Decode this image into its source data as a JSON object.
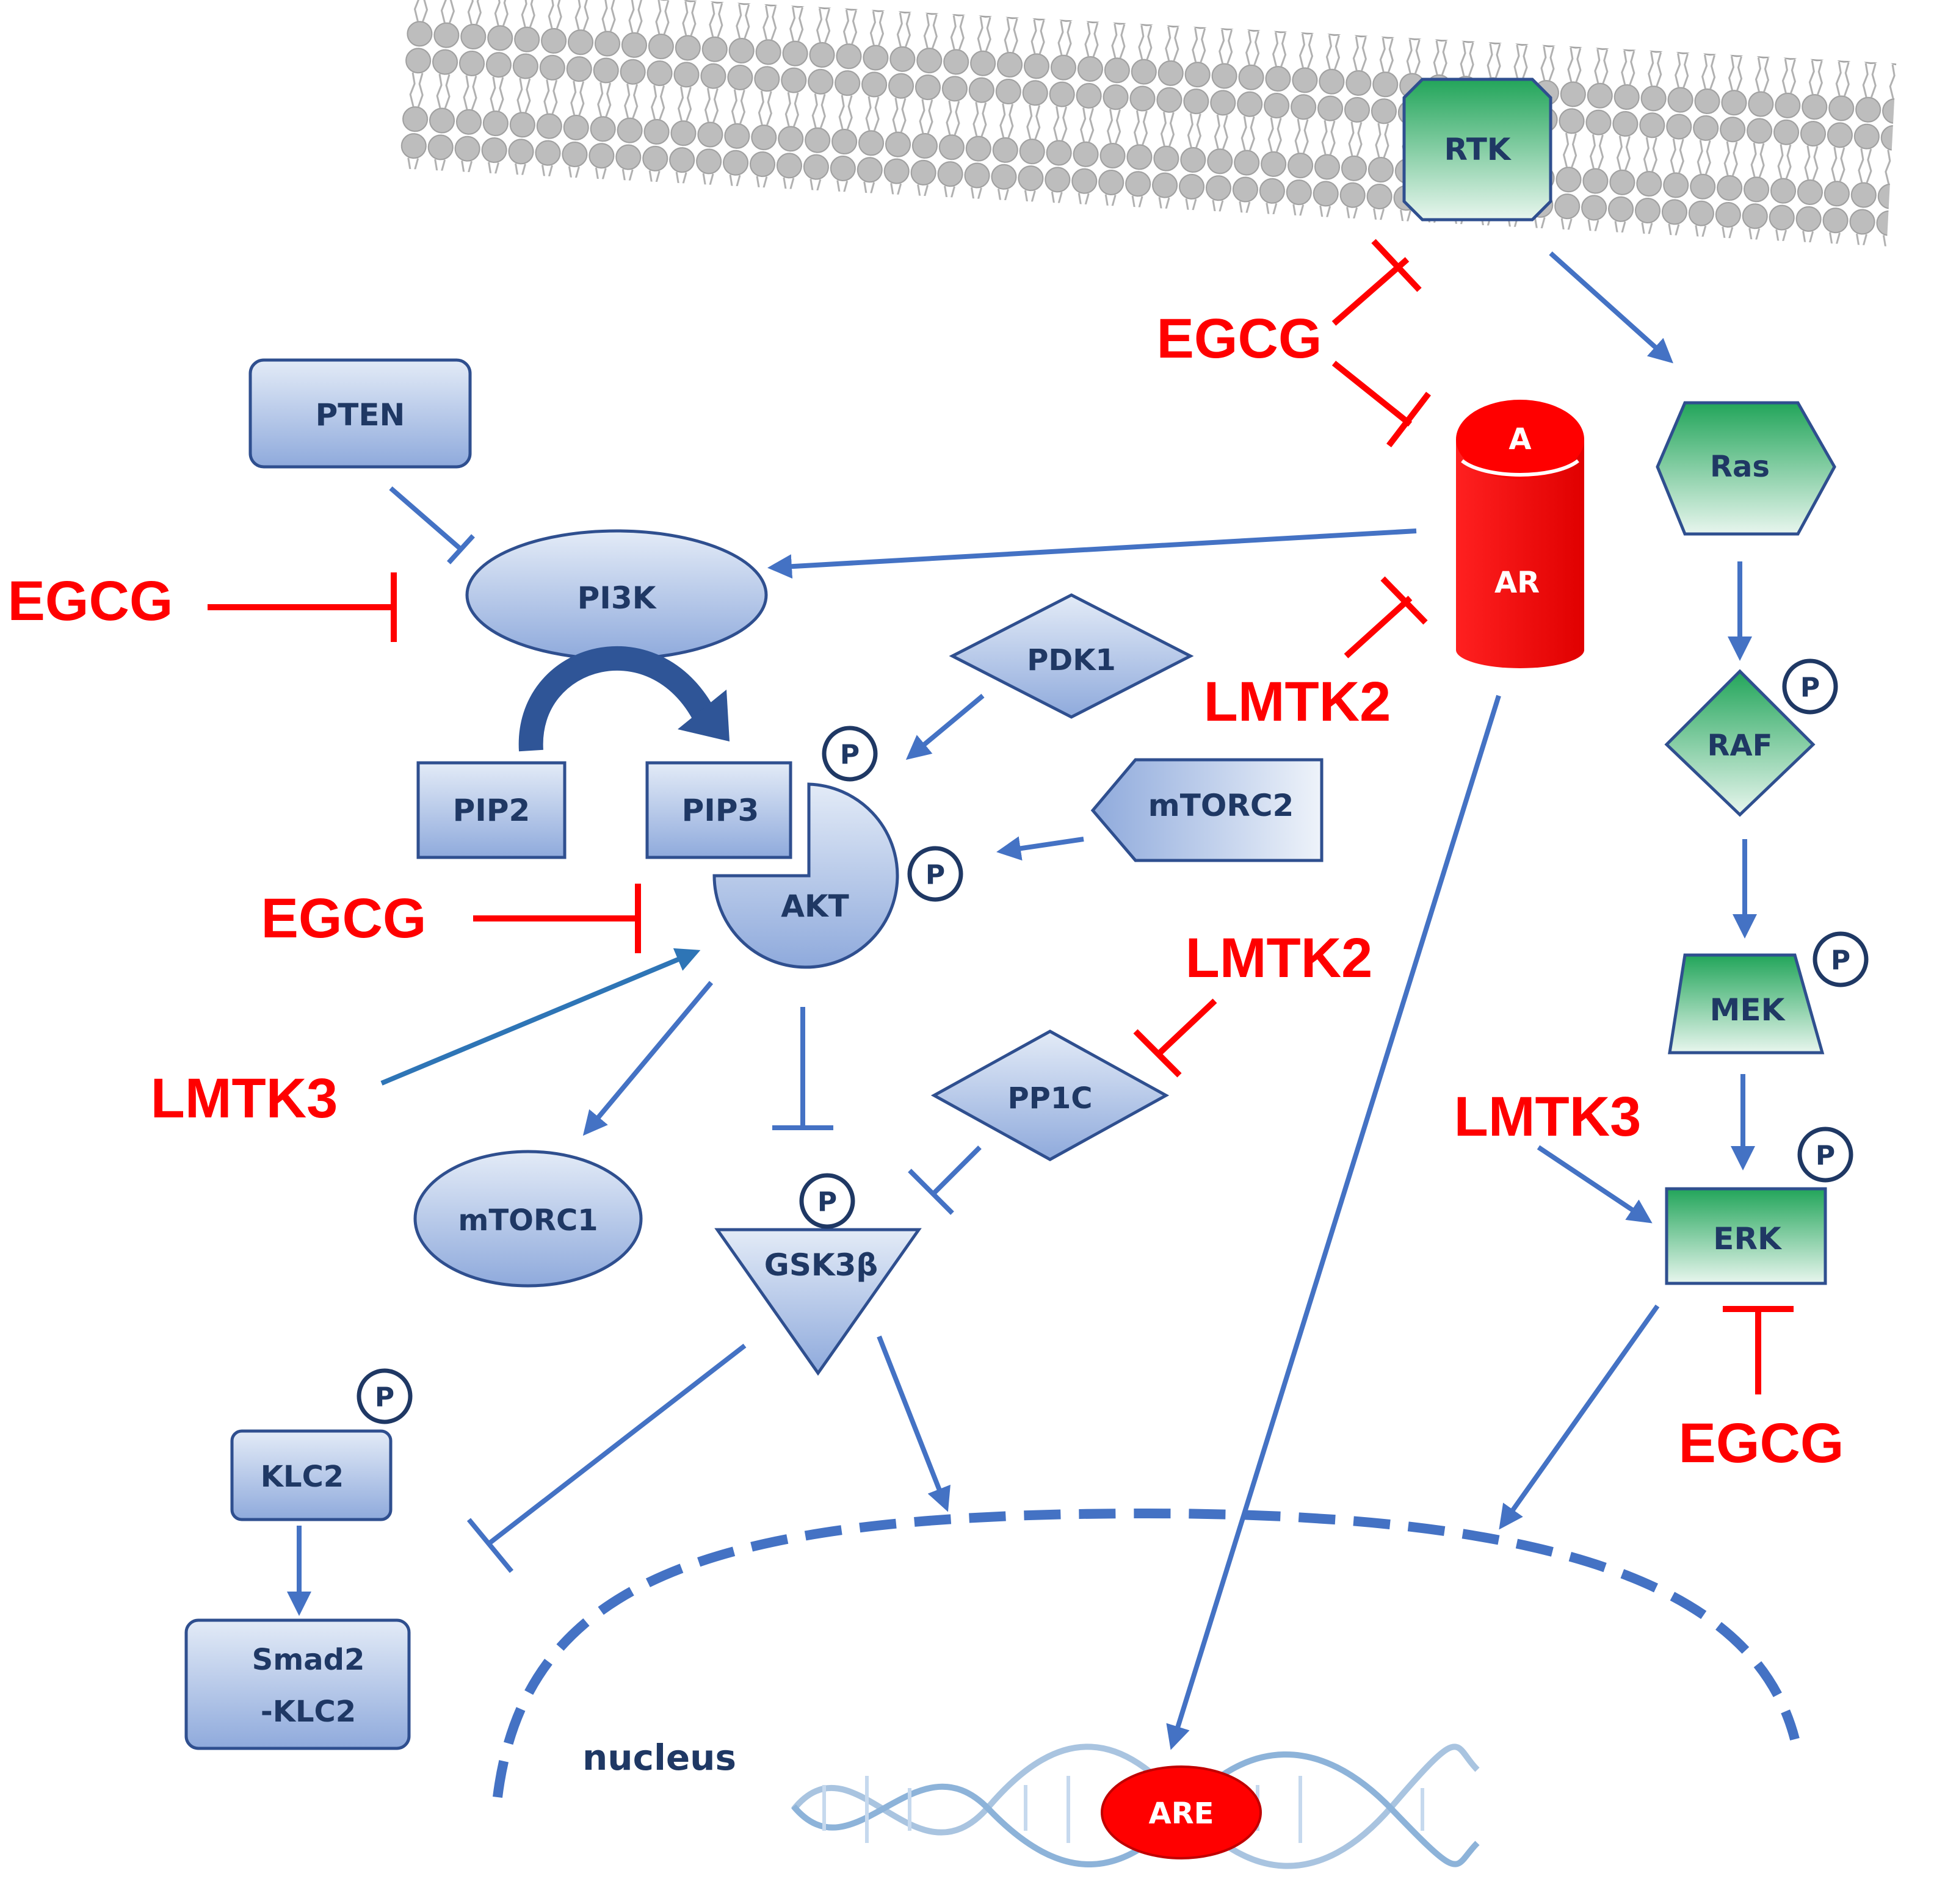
{
  "nodes": {
    "rtk": "RTK",
    "pten": "PTEN",
    "pi3k": "PI3K",
    "pip2": "PIP2",
    "pip3": "PIP3",
    "pdk1": "PDK1",
    "mtorc2": "mTORC2",
    "akt": "AKT",
    "mtorc1": "mTORC1",
    "pp1c": "PP1C",
    "gsk3b": "GSK3β",
    "klc2": "KLC2",
    "smad2_line1": "Smad2",
    "smad2_line2": "-KLC2",
    "ar_top": "A",
    "ar": "AR",
    "ras": "Ras",
    "raf": "RAF",
    "mek": "MEK",
    "erk": "ERK",
    "are": "ARE",
    "nucleus": "nucleus"
  },
  "phospho_label": "P",
  "regulators": {
    "egcg_top": "EGCG",
    "egcg_pi3k": "EGCG",
    "egcg_akt": "EGCG",
    "egcg_erk": "EGCG",
    "lmtk2_ar": "LMTK2",
    "lmtk2_pp1c": "LMTK2",
    "lmtk3_akt": "LMTK3",
    "lmtk3_erk": "LMTK3"
  },
  "colors": {
    "inhibitor_red": "#ff0000",
    "arrow_blue": "#4472c4",
    "node_blue": "#b4c7e7",
    "node_green": "#3cb371",
    "ar_red": "#ff0000"
  }
}
